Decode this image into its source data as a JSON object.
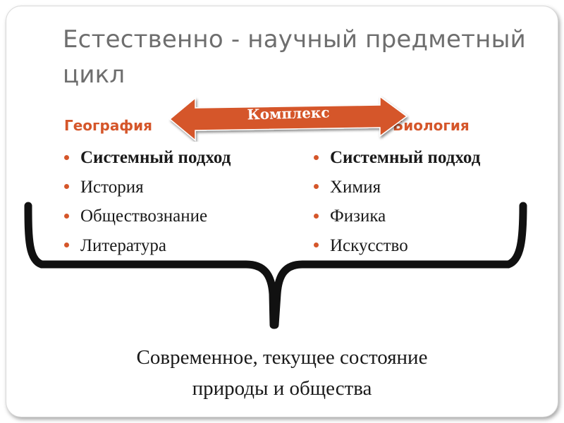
{
  "slide": {
    "title": "Естественно - научный предметный цикл"
  },
  "left": {
    "heading": "География",
    "items": [
      "Системный подход",
      "История",
      "Обществознание",
      "Литература"
    ]
  },
  "right": {
    "heading": "Биология",
    "items": [
      "Системный подход",
      "Химия",
      "Физика",
      "Искусство"
    ]
  },
  "arrow": {
    "label": "Комплекс",
    "color": "#d5562a"
  },
  "summary": {
    "line1": "Современное, текущее состояние",
    "line2": "природы и общества"
  },
  "colors": {
    "accent": "#d5562a",
    "title": "#6e6e6e",
    "text": "#1a1a1a"
  }
}
